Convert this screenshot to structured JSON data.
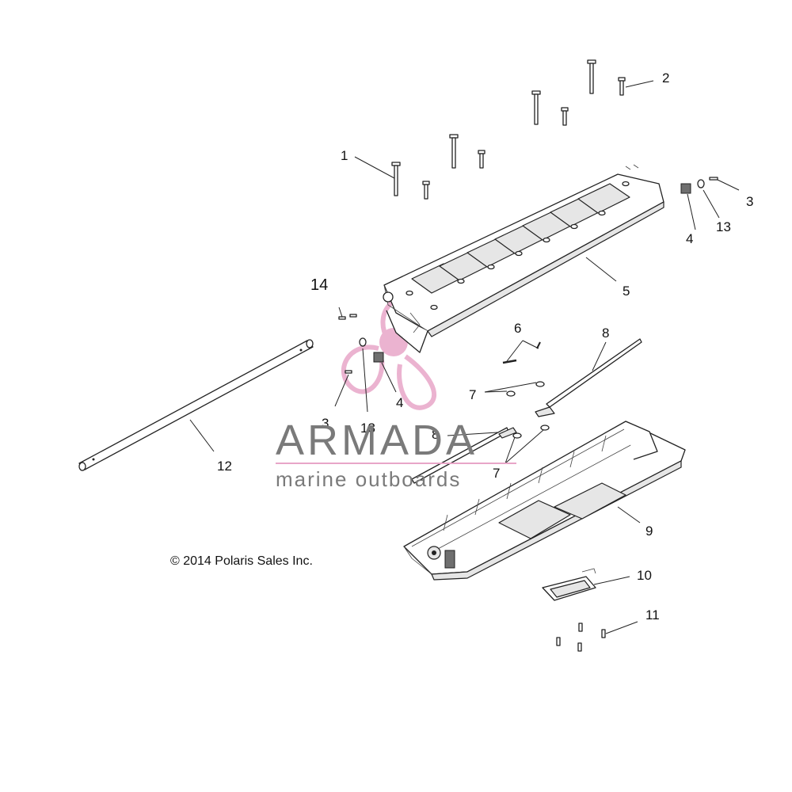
{
  "callouts": {
    "c1": "1",
    "c2": "2",
    "c3a": "3",
    "c3b": "3",
    "c4a": "4",
    "c4b": "4",
    "c5": "5",
    "c6": "6",
    "c7a": "7",
    "c7b": "7",
    "c8a": "8",
    "c8b": "8",
    "c9": "9",
    "c10": "10",
    "c11": "11",
    "c12": "12",
    "c13a": "13",
    "c13b": "13",
    "c14": "14"
  },
  "watermark": {
    "brand": "ARMADA",
    "tagline": "marine outboards",
    "brand_color": "#e8a6c8",
    "text_color": "#7a7a7a"
  },
  "copyright": "© 2014 Polaris Sales Inc."
}
